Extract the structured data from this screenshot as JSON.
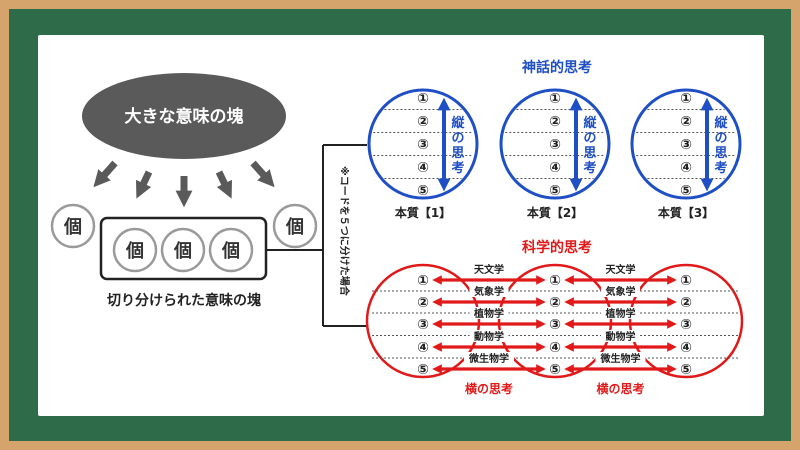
{
  "colors": {
    "background_frame": "#d4a46c",
    "board": "#2e6b49",
    "panel": "#ffffff",
    "big_blob": "#5a5a5a",
    "gray_circle": "#9a9a9a",
    "blue": "#1f4fc4",
    "red": "#e01a1a",
    "dark": "#222222"
  },
  "left": {
    "big_meaning": "大きな意味の塊",
    "individual": "個",
    "cut_meaning": "切り分けられた意味の塊"
  },
  "side_note": "※コードを５つに分けた場合",
  "mythical": {
    "title": "神話的思考",
    "vertical_label": [
      "縦",
      "の",
      "思",
      "考"
    ],
    "essences": [
      "本質【1】",
      "本質【2】",
      "本質【3】"
    ]
  },
  "numbers": [
    "①",
    "②",
    "③",
    "④",
    "⑤"
  ],
  "scientific": {
    "title": "科学的思考",
    "subjects": [
      "天文学",
      "気象学",
      "植物学",
      "動物学",
      "微生物学"
    ],
    "horizontal_label": "横の思考"
  }
}
